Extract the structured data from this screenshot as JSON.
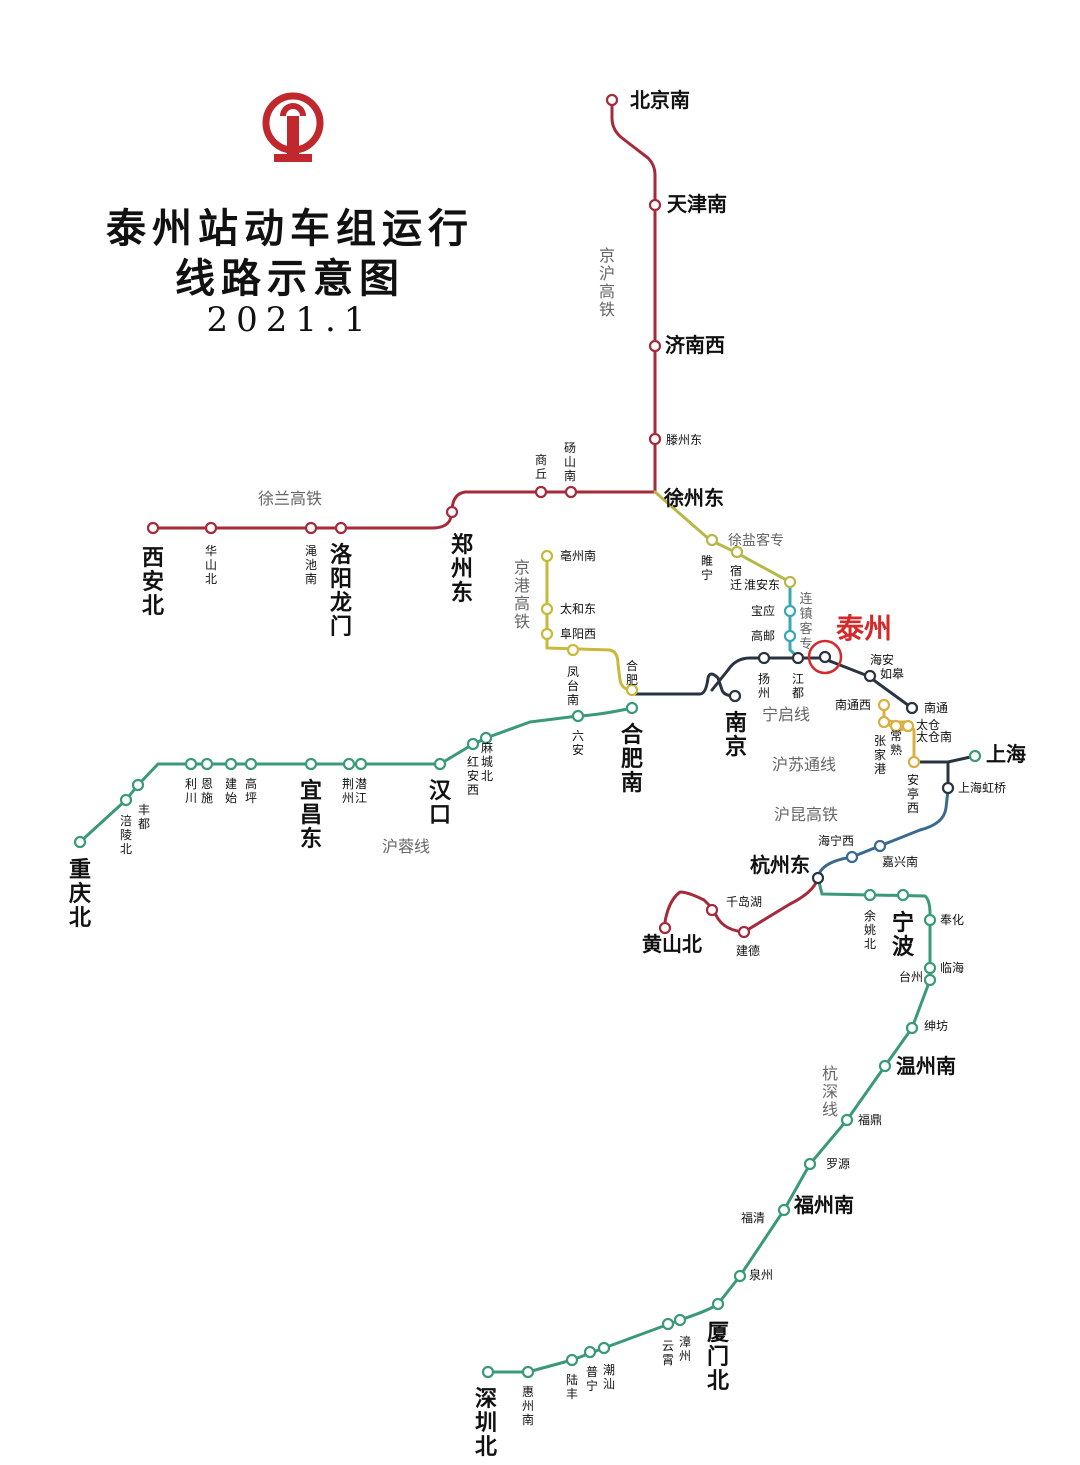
{
  "title": {
    "line1": "泰州站动车组运行",
    "line2": "线路示意图",
    "date": "2021.1"
  },
  "colors": {
    "jinghu": "#a52a3a",
    "xulan": "#a52a3a",
    "hurong": "#3a9a78",
    "hangshen": "#3a9a78",
    "jinggang": "#c8b93a",
    "xuyan": "#b8b84a",
    "lianzhen": "#3aa8b0",
    "ningqi": "#2a3440",
    "husutong": "#d8b040",
    "huangshan": "#a52a3a",
    "highlight": "#d42a2a"
  },
  "stations": {
    "beijingnan": "北京南",
    "tianjinnan": "天津南",
    "jinanxi": "济南西",
    "tengzhoudong": "滕州东",
    "xuzhoudong": "徐州东",
    "dangshannan": "砀山南",
    "shangqiu": "商丘",
    "zhengzhoudong": "郑州东",
    "luoyanglongmen": "洛阳龙门",
    "mianchinan": "渑池南",
    "huashanbei": "华山北",
    "xianbei": "西安北",
    "bozhounan": "亳州南",
    "taihedong": "太和东",
    "fuyangxi": "阜阳西",
    "fengtainan": "凤台南",
    "hefei": "合肥",
    "hefeinan": "合肥南",
    "suining": "睢宁",
    "suqian": "宿迁",
    "huaiandong": "淮安东",
    "baoying": "宝应",
    "gaoyou": "高邮",
    "jiangdu": "江都",
    "yangzhou": "扬州",
    "taizhou": "泰州",
    "haian": "海安",
    "rugao": "如皋",
    "nantong": "南通",
    "nantongxi": "南通西",
    "zhangjiagang": "张家港",
    "changshu": "常熟",
    "taicang": "太仓",
    "taicangnan": "太仓南",
    "antingxi": "安亭西",
    "shanghai": "上海",
    "shanghaihongqiao": "上海虹桥",
    "nanjing": "南京",
    "hainingxi": "海宁西",
    "jiaxingnan": "嘉兴南",
    "hangzhoudong": "杭州东",
    "qiandaohu": "千岛湖",
    "jiande": "建德",
    "huangshanbei": "黄山北",
    "yuyaobei": "余姚北",
    "ningbo": "宁波",
    "fenghua": "奉化",
    "linhai": "临海",
    "taizhou_zj": "台州",
    "shenfang": "绅坊",
    "wenzhounan": "温州南",
    "fuding": "福鼎",
    "luoyuan": "罗源",
    "fuqing": "福清",
    "fuzhounan": "福州南",
    "quanzhou": "泉州",
    "xiamenbei": "厦门北",
    "zhangzhou": "漳州",
    "yunxiao": "云霄",
    "chaoshan": "潮汕",
    "puning": "普宁",
    "lufeng": "陆丰",
    "huizhounan": "惠州南",
    "shenzhenbei": "深圳北",
    "liuan": "六安",
    "huangchengbei": "麻城北",
    "hongan": "红安西",
    "hankou": "汉口",
    "jingzhou": "荆州",
    "qianjiang": "潜江",
    "yichangdong": "宜昌东",
    "gaoping": "高坪",
    "jianshi": "建始",
    "enshi": "恩施",
    "lichuan": "利川",
    "fengdu": "丰都",
    "fulingbei": "涪陵北",
    "chongqingbei": "重庆北"
  },
  "lines": {
    "jinghu": "京沪高铁",
    "xulan": "徐兰高铁",
    "jinggang": "京港高铁",
    "xuyan": "徐盐客专",
    "lianzhen": "连镇客专",
    "ningqi": "宁启线",
    "husutong": "沪苏通线",
    "hukun": "沪昆高铁",
    "hurong": "沪蓉线",
    "hangshen": "杭深线"
  }
}
